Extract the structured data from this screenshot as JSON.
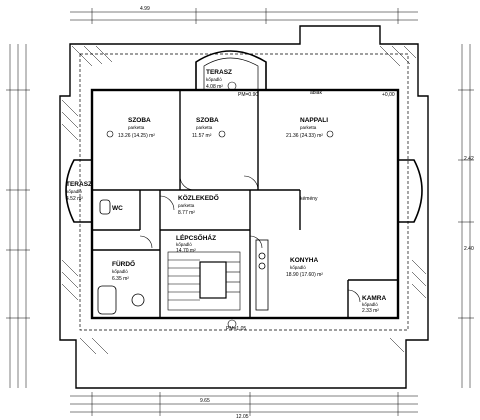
{
  "rooms": {
    "terasz_top": {
      "name": "TERASZ",
      "floor": "kőpadló",
      "area": "4.08 m²"
    },
    "szoba_left": {
      "name": "SZOBA",
      "floor": "parketta",
      "area": "13.26 (14.25) m²"
    },
    "szoba_mid": {
      "name": "SZOBA",
      "floor": "parketta",
      "area": "11.57 m²"
    },
    "nappali": {
      "name": "NAPPALI",
      "floor": "parketta",
      "area": "21.36 (24.33) m²"
    },
    "terasz_left": {
      "name": "TERASZ",
      "floor": "kőpadló",
      "area": "4.52 m²"
    },
    "kozlekedo": {
      "name": "KÖZLEKEDŐ",
      "floor": "parketta",
      "area": "8.77 m²"
    },
    "wc": {
      "name": "WC",
      "floor": "",
      "area": ""
    },
    "lepcsohaz": {
      "name": "LÉPCSŐHÁZ",
      "floor": "kőpadló",
      "area": "14.70 m²"
    },
    "furdo": {
      "name": "FÜRDŐ",
      "floor": "kőpadló",
      "area": "6.35 m²"
    },
    "konyha": {
      "name": "KONYHA",
      "floor": "kőpadló",
      "area": "18.90 (17.60) m²"
    },
    "kamra": {
      "name": "KAMRA",
      "floor": "kőpadló",
      "area": "2.33 m²"
    }
  },
  "labels": {
    "pm_top": "PM=0.90",
    "pm_bottom": "PM=1.05",
    "top_total": "4.99",
    "bottom_mid": "9.65",
    "bottom_total": "12.05",
    "side_plus": "+0,00",
    "dim_right_a": "2.42",
    "dim_right_b": "2.40",
    "note_window": "ablak",
    "note_chimney": "kémény"
  }
}
